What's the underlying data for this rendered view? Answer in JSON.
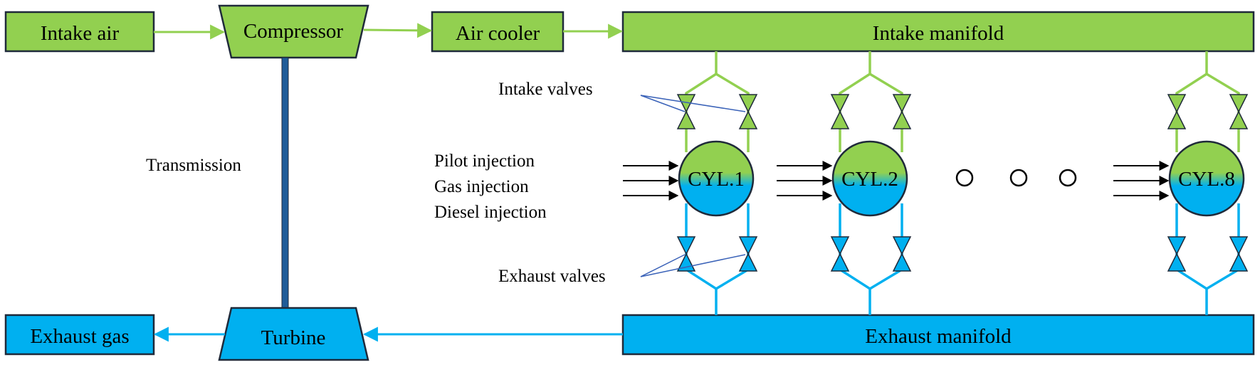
{
  "colors": {
    "intake_green": "#92D050",
    "exhaust_blue": "#00B0F0",
    "shaft_blue": "#1F5C99",
    "outline": "#1F2A3A"
  },
  "boxes": {
    "intake_air": "Intake air",
    "compressor": "Compressor",
    "air_cooler": "Air cooler",
    "intake_manifold": "Intake manifold",
    "exhaust_gas": "Exhaust gas",
    "turbine": "Turbine",
    "exhaust_manifold": "Exhaust manifold"
  },
  "labels": {
    "transmission": "Transmission",
    "intake_valves": "Intake valves",
    "exhaust_valves": "Exhaust valves",
    "injections": [
      "Pilot injection",
      "Gas injection",
      "Diesel injection"
    ]
  },
  "cylinders": [
    "CYL.1",
    "CYL.2",
    "CYL.8"
  ],
  "ellipsis_marks": 3,
  "icons": [
    "valve-icon",
    "injection-arrow-icon"
  ]
}
